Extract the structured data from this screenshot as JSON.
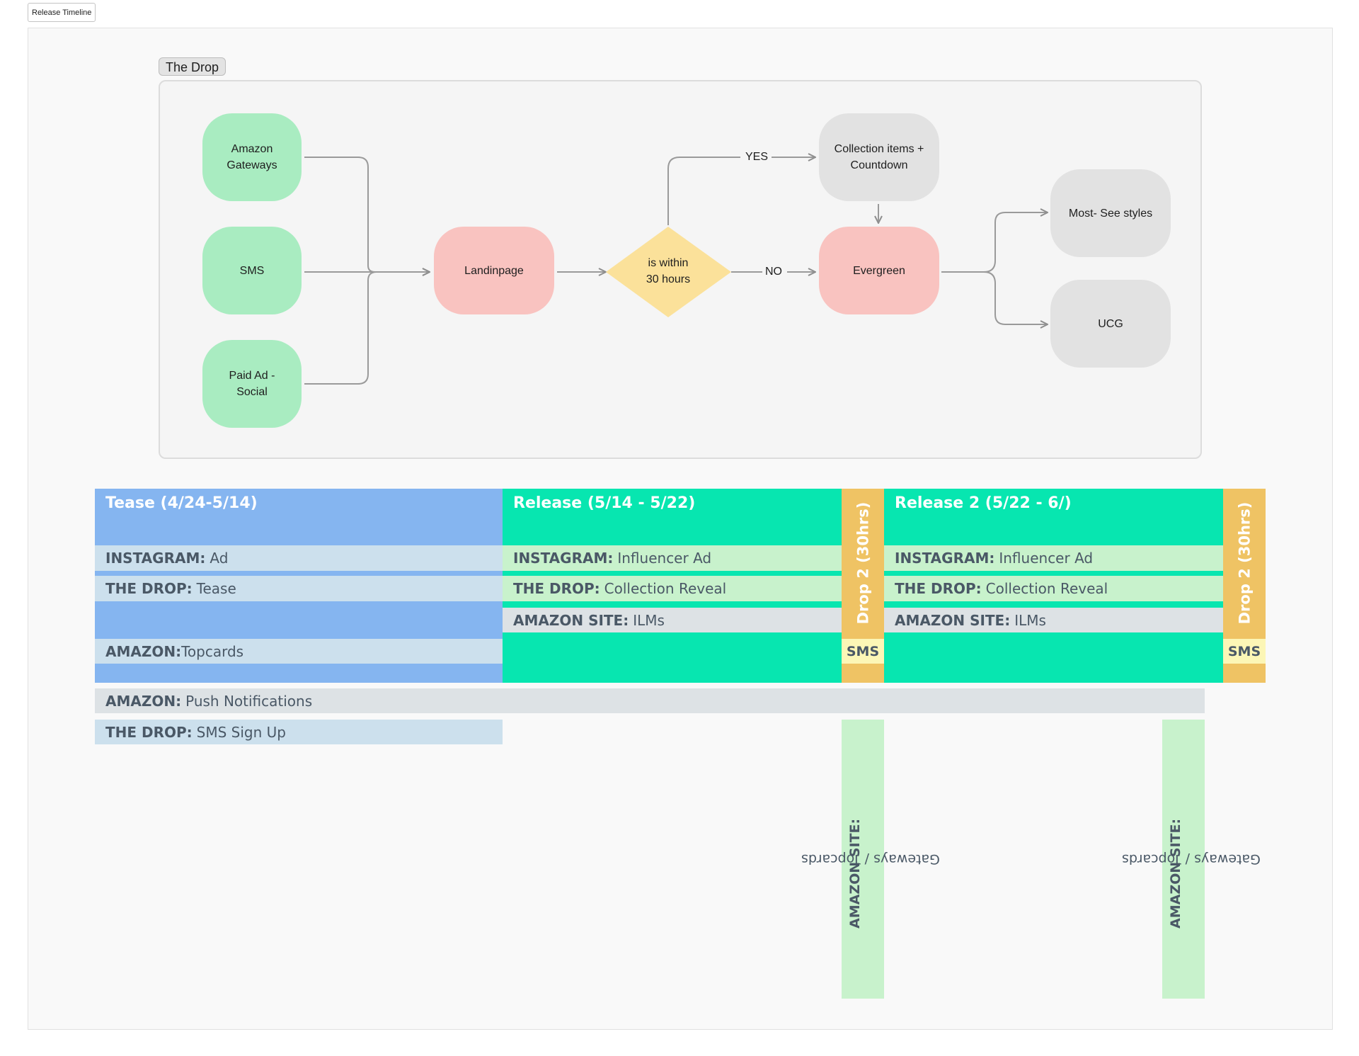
{
  "frame": {
    "tab_label": "Release Timeline"
  },
  "flow": {
    "section_label": "The Drop",
    "nodes": {
      "amazon_gateways": [
        "Amazon",
        "Gateways"
      ],
      "sms": "SMS",
      "paid_ad": [
        "Paid Ad -",
        "Social"
      ],
      "landingpage": "Landinpage",
      "decision": [
        "is within",
        "30 hours"
      ],
      "collection": [
        "Collection items +",
        "Countdown"
      ],
      "evergreen": "Evergreen",
      "most_see": "Most- See styles",
      "ucg": "UCG"
    },
    "edge_labels": {
      "yes": "YES",
      "no": "NO"
    }
  },
  "timeline": {
    "tease": {
      "title": "Tease (4/24-5/14)",
      "rows": [
        {
          "bold": "INSTAGRAM:",
          "text": "Ad"
        },
        {
          "bold": "THE DROP:",
          "text": "Tease"
        },
        {
          "bold": "AMAZON:",
          "text": "Topcards"
        }
      ]
    },
    "release": {
      "title": "Release (5/14 - 5/22)",
      "rows": [
        {
          "bold": "INSTAGRAM:",
          "text": "Influencer Ad"
        },
        {
          "bold": "THE DROP:",
          "text": "Collection Reveal"
        },
        {
          "bold": "AMAZON SITE:",
          "text": "ILMs"
        }
      ]
    },
    "drop_a": {
      "label": "Drop 2 (30hrs)",
      "sms": "SMS"
    },
    "release2": {
      "title": "Release 2 (5/22 - 6/)",
      "rows": [
        {
          "bold": "INSTAGRAM:",
          "text": "Influencer Ad"
        },
        {
          "bold": "THE DROP:",
          "text": "Collection Reveal"
        },
        {
          "bold": "AMAZON SITE:",
          "text": "ILMs"
        }
      ]
    },
    "drop_b": {
      "label": "Drop 2 (30hrs)",
      "sms": "SMS"
    },
    "push": {
      "bold": "AMAZON:",
      "text": "Push Notifications"
    },
    "signup": {
      "bold": "THE DROP:",
      "text": "SMS Sign Up"
    },
    "gateways_a": {
      "bold": "AMAZON SITE:",
      "text": "Gateways / Topcards"
    },
    "gateways_b": {
      "bold": "AMAZON SITE:",
      "text": "Gateways / Topcards"
    }
  },
  "colors": {
    "tease_blue": "#85b5f0",
    "tease_row": "#cce0ed",
    "release_green": "#07e6b0",
    "release_row": "#c8f2cc",
    "drop_orange": "#efc364",
    "sms_yellow": "#fcf6b6",
    "push_grey": "#dde2e5",
    "node_green": "#a9ecc1",
    "node_pink": "#f9c3c0",
    "node_grey": "#e2e2e2",
    "decision_yellow": "#fbe19a"
  }
}
